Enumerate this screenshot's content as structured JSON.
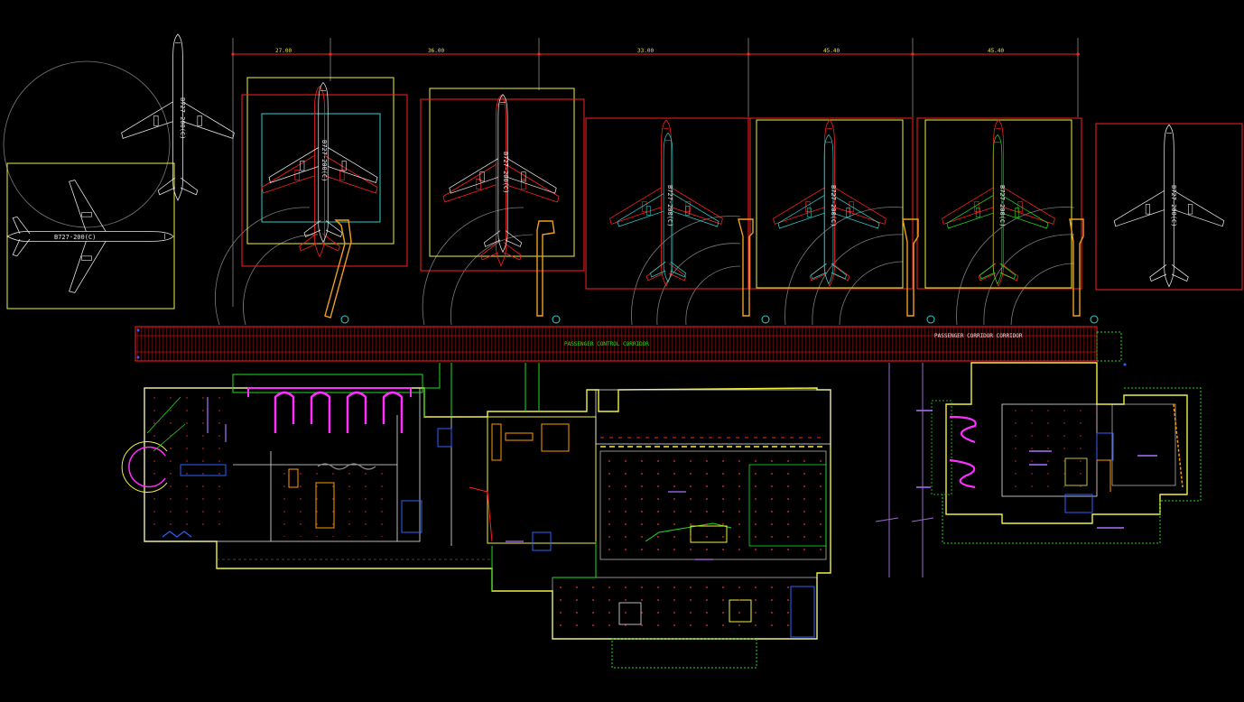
{
  "drawing": {
    "background": "#000000",
    "dimensions": [
      "27.00",
      "36.00",
      "33.00",
      "45.40",
      "45.40"
    ],
    "aircraft_labels": [
      "B727-200(C)",
      "B727-200(C)",
      "B727-200(C)",
      "B727-200(C)",
      "B727-200(C)",
      "B727-200(C)",
      "B727-200(C)",
      "B727-200(C)"
    ],
    "corridor_labels": [
      "PASSENGER CONTROL CORRIDOR",
      "PASSENGER CORRIDOR CORRIDOR"
    ],
    "colors": {
      "red": "#ff2020",
      "yellow": "#f0f040",
      "white": "#e8e8e8",
      "green": "#20e020",
      "cyan": "#30d0d0",
      "magenta": "#ff30ff",
      "orange": "#ff9900",
      "grey": "#8a8a8a",
      "purple": "#b070ff",
      "blue": "#3060ff"
    }
  }
}
